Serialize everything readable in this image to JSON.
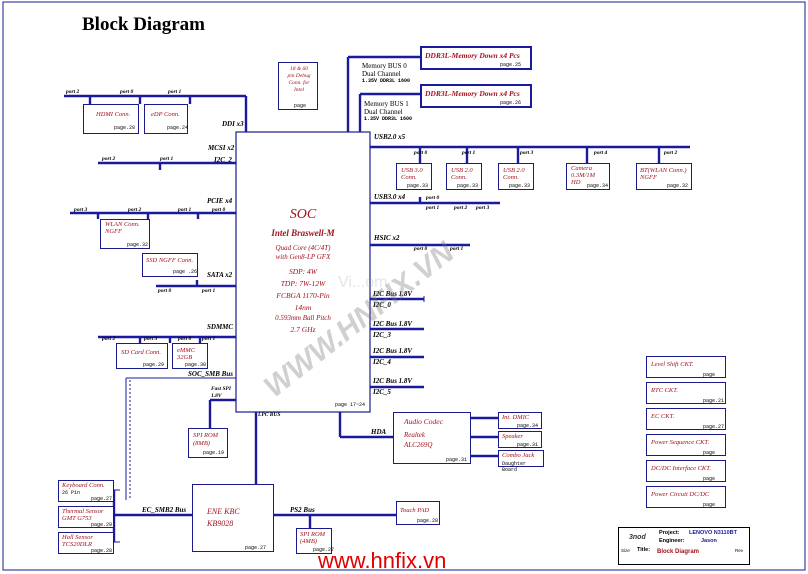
{
  "title": "Block Diagram",
  "soc": {
    "name": "SOC",
    "chip": "Intel Braswell-M",
    "core1": "Quad Core (4C/4T)",
    "core2": "with Gen8-LP GFX",
    "sdp": "SDP: 4W",
    "tdp": "TDP: 7W-12W",
    "pkg": "FCBGA 1170-Pin",
    "node": "14nm",
    "pitch": "0.593mm Ball Pitch",
    "freq": "2.7 GHz",
    "page": "page 17~24"
  },
  "buses": {
    "ddi": "DDI x3",
    "mcsi": "MCSI x2",
    "i2c2": "I2C_2",
    "pcie": "PCIE x4",
    "sata": "SATA x2",
    "sdmmc": "SDMMC",
    "soc_smb": "SOC_SMB Bus",
    "fastspi1": "Fast SPI",
    "fastspi2": "1.8V",
    "lpc": "LPC BUS",
    "hda": "HDA",
    "usb2": "USB2.0 x5",
    "usb3": "USB3.0 x4",
    "hsic": "HSIC x2",
    "ec_smb": "EC_SMB2 Bus",
    "ps2": "PS2 Bus",
    "i2c": [
      {
        "bus": "I2C Bus 1.8V",
        "name": "I2C_0"
      },
      {
        "bus": "I2C Bus 1.8V",
        "name": "I2C_3"
      },
      {
        "bus": "I2C Bus 1.8V",
        "name": "I2C_4"
      },
      {
        "bus": "I2C Bus 1.8V",
        "name": "I2C_5"
      }
    ]
  },
  "mem": [
    {
      "label": "DDR3L-Memory Down x4 Pcs",
      "page": "page.25",
      "bus": "Memory BUS 0",
      "ch": "Dual Channel",
      "v": "1.35V DDR3L 1600"
    },
    {
      "label": "DDR3L-Memory Down x4 Pcs",
      "page": "page.26",
      "bus": "Memory BUS 1",
      "ch": "Dual Channel",
      "v": "1.35V DDR3L 1600"
    }
  ],
  "debug": {
    "l1": "18 & 60",
    "l2": "pin Debug",
    "l3": "Conn. for",
    "l4": "Intel",
    "page": "page"
  },
  "ports": {
    "p0": "port 0",
    "p1": "port 1",
    "p2": "port 2",
    "p3": "port 3",
    "p4": "port 4"
  },
  "hdmi": {
    "label": "HDMI Conn.",
    "page": "page.28"
  },
  "edp": {
    "label": "eDP Conn.",
    "page": "page.24"
  },
  "wlan": {
    "l1": "WLAN Conn.",
    "l2": "NGFF",
    "page": "page.32"
  },
  "ssd": {
    "label": "SSD NGFF Conn.",
    "page": "page .26"
  },
  "sd": {
    "label": "SD Card Conn.",
    "page": "page.29"
  },
  "emmc": {
    "l1": "eMMC",
    "l2": "32GB",
    "page": "page.30"
  },
  "usb30a": {
    "l1": "USB 3.0",
    "l2": "Conn.",
    "page": "page.33"
  },
  "usb20a": {
    "l1": "USB 2.0",
    "l2": "Conn.",
    "page": "page.33"
  },
  "usb20b": {
    "l1": "USB 2.0",
    "l2": "Conn.",
    "page": "page.33"
  },
  "camera": {
    "l1": "Camera",
    "l2": "0.3M/1M",
    "l3": "HD",
    "page": "page.34"
  },
  "bt": {
    "l1": "BT(WLAN Conn.)",
    "l2": "NGFF",
    "page": "page.32"
  },
  "audio": {
    "l1": "Audio Codec",
    "l2": "Realtek",
    "l3": "ALC269Q",
    "page": "page.31"
  },
  "dmic": {
    "label": "Int. DMIC",
    "page": "page.34"
  },
  "speaker": {
    "label": "Speaker",
    "page": "page.31"
  },
  "combo": {
    "label": "Combo Jack",
    "page": "Daughter Board"
  },
  "spirom1": {
    "l1": "SPI ROM",
    "l2": "(8MB)",
    "page": "page.19"
  },
  "kbc": {
    "l1": "ENE KBC",
    "l2": "KB9028",
    "page": "page.27"
  },
  "spirom2": {
    "l1": "SPI ROM",
    "l2": "(4MB)",
    "page": "page.27"
  },
  "touchpad": {
    "label": "Touch PAD",
    "page": "page.28"
  },
  "keyboard": {
    "l1": "Keyboard Conn.",
    "l2": "26 Pin",
    "page": "page.27"
  },
  "thermal": {
    "l1": "Thermal Sensor",
    "l2": "GMT G753",
    "page": "page.29"
  },
  "hall": {
    "l1": "Hall Sensor",
    "l2": "TCS20DLR",
    "page": "page.28"
  },
  "right": [
    {
      "label": "Level Shift CKT.",
      "page": "page"
    },
    {
      "label": "RTC CKT.",
      "page": "page.21"
    },
    {
      "label": "EC CKT.",
      "page": "page.27"
    },
    {
      "label": "Power Sequence CKT.",
      "page": "page"
    },
    {
      "label": "DC/DC Interface CKT.",
      "page": "page"
    },
    {
      "label": "Power Circuit DC/DC",
      "page": "page"
    }
  ],
  "tb": {
    "logo": "3nod",
    "project_k": "Project:",
    "project_v": "LENOVO N3110BT",
    "eng_k": "Engineer:",
    "eng_v": "Jason",
    "title_k": "Title:",
    "title_v": "Block Diagram",
    "size": "Size",
    "rev": "Rev"
  },
  "watermark": {
    "main": "WWW.HNFIX.VN",
    "faint": "Vi...om"
  },
  "website": "www.hnfix.vn",
  "colors": {
    "line": "#1a1a8c",
    "bus": "#1a1aa0",
    "text_red": "#a0121e",
    "web": "#e00000"
  }
}
